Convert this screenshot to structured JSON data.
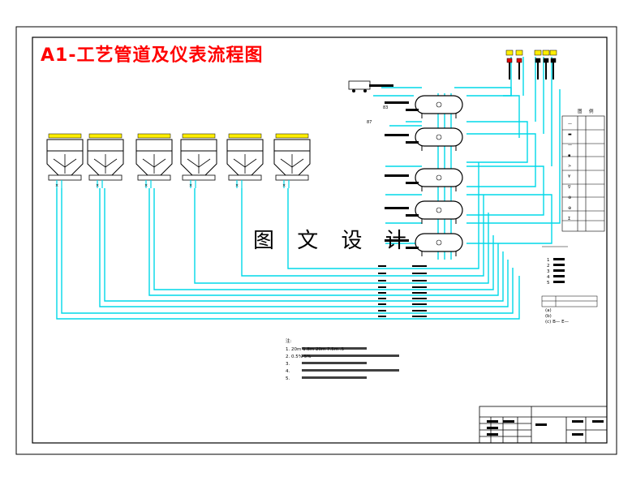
{
  "title": "A1-工艺管道及仪表流程图",
  "watermark": "图 文 设 计",
  "colors": {
    "pipe": "#00d8e8",
    "title": "#ff0000",
    "frame": "#000000",
    "instrument_yellow": "#ffee00",
    "instrument_red": "#e00000"
  },
  "tank_labels": [
    "83",
    "87"
  ],
  "pump_label": "ⓤ",
  "legend_items": [
    "1",
    "2",
    "3",
    "4",
    "5"
  ],
  "legend_notes": [
    "(a)",
    "(b)",
    "(c)  B—  E—"
  ],
  "notes_numbers": [
    "1. 20m  1.8m  20m  7.5m  .5",
    "2.  0.5%            5%",
    "3.",
    "4.",
    "5."
  ],
  "notes_heading": "注:",
  "right_legend_header": [
    "图",
    "例"
  ]
}
